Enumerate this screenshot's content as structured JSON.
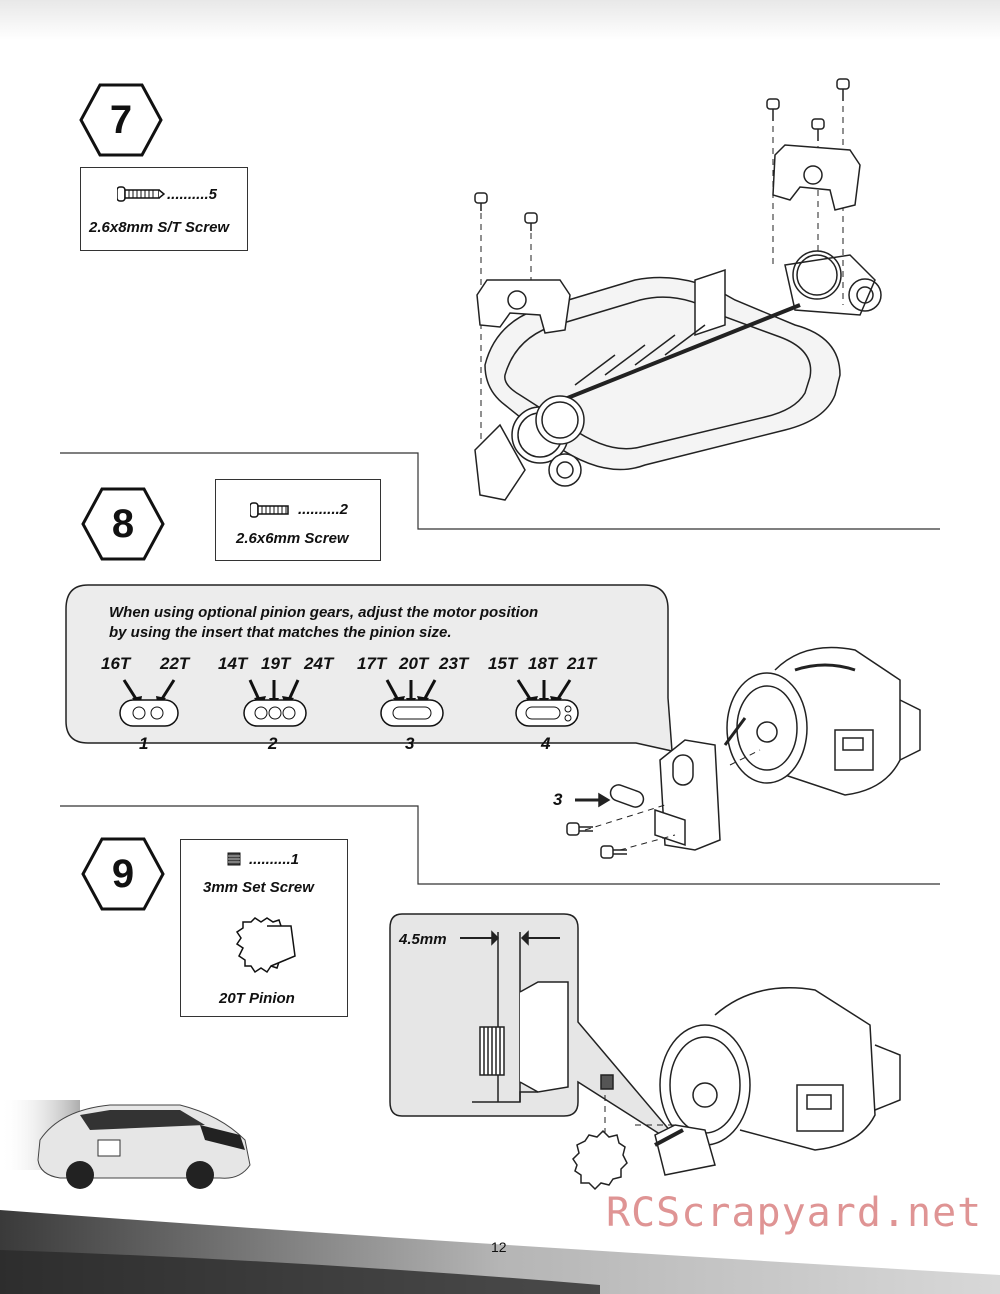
{
  "steps": [
    {
      "number": "7",
      "parts": [
        {
          "qty": "..........5",
          "name": "2.6x8mm S/T Screw"
        }
      ]
    },
    {
      "number": "8",
      "parts": [
        {
          "qty": "..........2",
          "name": "2.6x6mm Screw"
        }
      ],
      "note": {
        "line1": "When using optional pinion gears, adjust the motor position",
        "line2": "by using the insert that matches the pinion size."
      },
      "inserts": [
        {
          "number": "1",
          "teeth": [
            "16T",
            "22T"
          ]
        },
        {
          "number": "2",
          "teeth": [
            "14T",
            "19T",
            "24T"
          ]
        },
        {
          "number": "3",
          "teeth": [
            "17T",
            "20T",
            "23T"
          ]
        },
        {
          "number": "4",
          "teeth": [
            "15T",
            "18T",
            "21T"
          ]
        }
      ],
      "callout_insert": "3"
    },
    {
      "number": "9",
      "parts": [
        {
          "qty": "..........1",
          "name": "3mm Set Screw"
        },
        {
          "qty": "",
          "name": "20T Pinion"
        }
      ],
      "dimension": "4.5mm"
    }
  ],
  "page_number": "12",
  "watermark": "RCScrapyard.net",
  "colors": {
    "ink": "#111111",
    "bubble_fill": "#ececec",
    "watermark": "#c43c3c"
  }
}
